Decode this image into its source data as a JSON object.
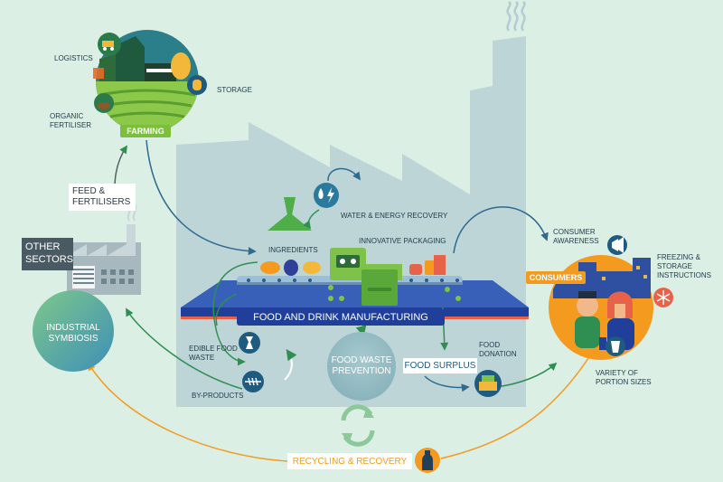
{
  "diagram": {
    "farming": {
      "title": "FARMING",
      "logistics": "LOGISTICS",
      "storage": "STORAGE",
      "organic_fertiliser": "ORGANIC FERTILISER"
    },
    "feed_fertilisers": "FEED & FERTILISERS",
    "other_sectors": "OTHER SECTORS",
    "industrial_symbiosis": "INDUSTRIAL SYMBIOSIS",
    "water_energy_recovery": "WATER & ENERGY RECOVERY",
    "ingredients": "INGREDIENTS",
    "innovative_packaging": "INNOVATIVE PACKAGING",
    "manufacturing": "FOOD AND DRINK MANUFACTURING",
    "edible_food_waste": "EDIBLE FOOD WASTE",
    "by_products": "BY-PRODUCTS",
    "food_waste_prevention": "FOOD WASTE PREVENTION",
    "food_surplus": "FOOD SURPLUS",
    "food_donation": "FOOD DONATION",
    "consumers": "CONSUMERS",
    "consumer_awareness": "CONSUMER AWARENESS",
    "freezing_storage": "FREEZING & STORAGE INSTRUCTIONS",
    "variety_portion": "VARIETY OF PORTION SIZES",
    "recycling_recovery": "RECYCLING & RECOVERY"
  },
  "colors": {
    "background": "#dcefe4",
    "factory": "#b3ccd3",
    "farming_green": "#7bbf3a",
    "manufacturing_blue": "#1f3f9a",
    "consumers_orange": "#f39a1f",
    "arrow_green": "#2f8f52",
    "arrow_blue": "#2f6a8f",
    "arrow_orange": "#f39a1f"
  },
  "icons": [
    "droplet-icon",
    "lightning-icon",
    "apple-core-icon",
    "fish-bone-icon",
    "recycle-icon",
    "bottle-icon",
    "megaphone-icon",
    "snowflake-icon",
    "cup-icon",
    "food-box-icon"
  ]
}
